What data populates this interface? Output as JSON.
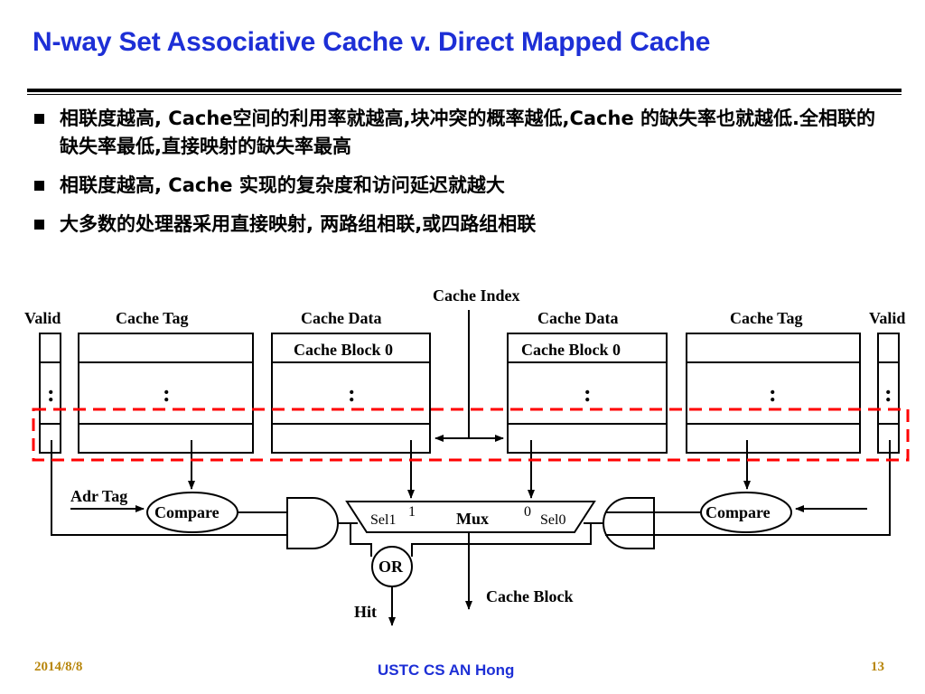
{
  "slide": {
    "title": "N-way Set Associative Cache v. Direct Mapped Cache",
    "bullets": [
      "相联度越高, Cache空间的利用率就越高,块冲突的概率越低,Cache 的缺失率也就越低.全相联的缺失率最低,直接映射的缺失率最高",
      "相联度越高, Cache 实现的复杂度和访问延迟就越大",
      "大多数的处理器采用直接映射, 两路组相联,或四路组相联"
    ]
  },
  "diagram": {
    "cache_index": "Cache Index",
    "valid_left": "Valid",
    "tag_left": "Cache Tag",
    "data_left": "Cache Data",
    "data_right": "Cache Data",
    "tag_right": "Cache Tag",
    "valid_right": "Valid",
    "block_left": "Cache Block 0",
    "block_right": "Cache Block 0",
    "ellipsis": ":",
    "adr_tag": "Adr Tag",
    "compare_left": "Compare",
    "compare_right": "Compare",
    "sel1": "Sel1",
    "one": "1",
    "mux": "Mux",
    "zero": "0",
    "sel0": "Sel0",
    "or": "OR",
    "cache_block": "Cache Block",
    "hit": "Hit",
    "highlight_color": "#ff0000"
  },
  "footer": {
    "date": "2014/8/8",
    "center": "USTC CS AN Hong",
    "page": "13"
  }
}
